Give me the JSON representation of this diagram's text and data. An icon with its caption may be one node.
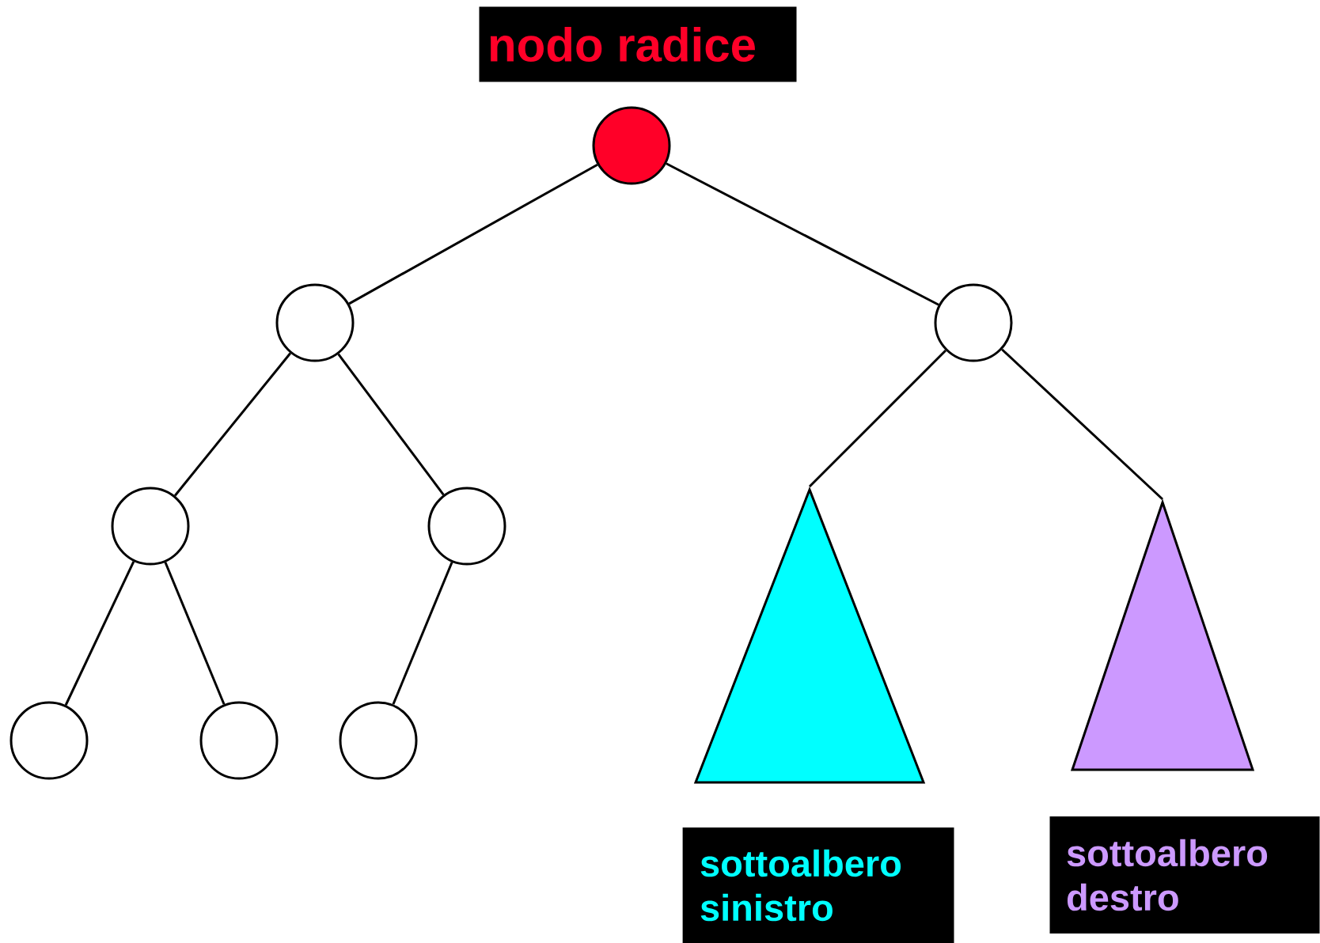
{
  "diagram": {
    "nodes": [
      {
        "text": [
          "nodo radice"
        ]
      },
      {
        "text": [],
        "shape": "circle"
      },
      {
        "text": [],
        "shape": "circle"
      },
      {
        "text": [],
        "shape": "circle"
      },
      {
        "text": [],
        "shape": "circle"
      },
      {
        "text": [],
        "shape": "circle"
      },
      {
        "text": [],
        "shape": "triangle"
      },
      {
        "text": [],
        "shape": "triangle"
      },
      {
        "text": [],
        "shape": "circle"
      },
      {
        "text": [],
        "shape": "circle"
      },
      {
        "text": [],
        "shape": "circle"
      },
      {
        "text": [
          "sottoalbero sinistro"
        ]
      },
      {
        "text": [
          "sottoalbero destro"
        ]
      }
    ],
    "edges": [
      {
        "from": 1,
        "to": 2,
        "arrow": "none"
      },
      {
        "from": 1,
        "to": 3,
        "arrow": "none"
      },
      {
        "from": 2,
        "to": 4,
        "arrow": "none"
      },
      {
        "from": 2,
        "to": 5,
        "arrow": "none"
      },
      {
        "from": 3,
        "to": 6,
        "arrow": "none"
      },
      {
        "from": 3,
        "to": 7,
        "arrow": "none"
      },
      {
        "from": 4,
        "to": 8,
        "arrow": "none"
      },
      {
        "from": 4,
        "to": 9,
        "arrow": "none"
      },
      {
        "from": 5,
        "to": 10,
        "arrow": "none"
      }
    ]
  }
}
